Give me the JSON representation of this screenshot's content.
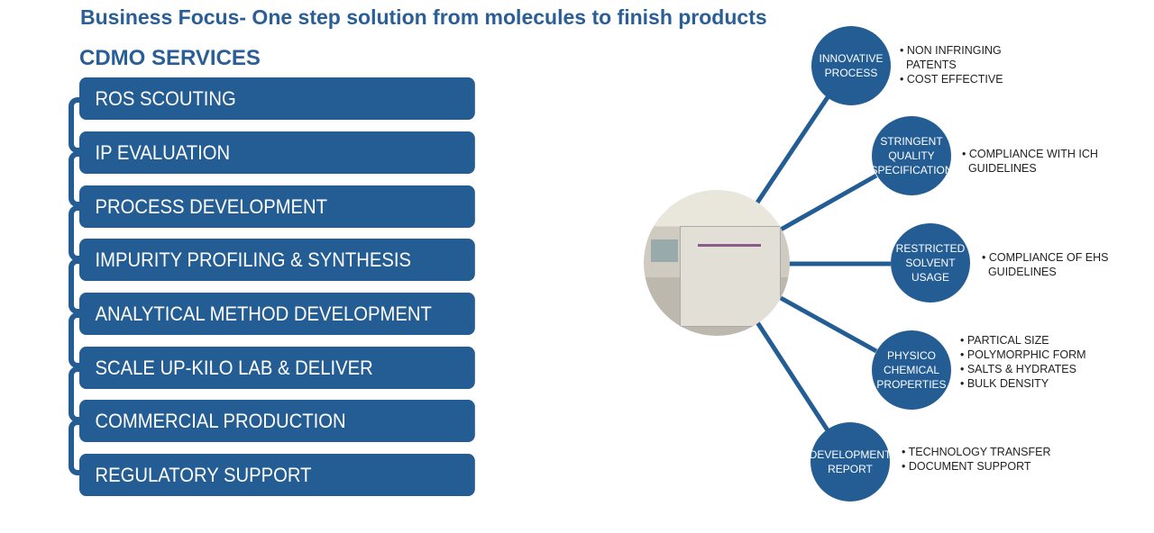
{
  "title": "Business Focus- One step solution  from molecules to finish products",
  "subtitle": "CDMO SERVICES",
  "services": [
    "ROS SCOUTING",
    "IP EVALUATION",
    "PROCESS DEVELOPMENT",
    "IMPURITY PROFILING & SYNTHESIS",
    "ANALYTICAL METHOD DEVELOPMENT",
    "SCALE UP-KILO LAB & DELIVER",
    "COMMERCIAL PRODUCTION",
    "REGULATORY SUPPORT"
  ],
  "nodes": [
    {
      "label": [
        "INNOVATIVE",
        "PROCESS"
      ],
      "bullets": [
        "• NON INFRINGING",
        "  PATENTS",
        "• COST EFFECTIVE"
      ]
    },
    {
      "label": [
        "STRINGENT",
        "QUALITY",
        "SPECIFICATION"
      ],
      "bullets": [
        "• COMPLIANCE WITH ICH",
        "  GUIDELINES"
      ]
    },
    {
      "label": [
        "RESTRICTED",
        "SOLVENT",
        "USAGE"
      ],
      "bullets": [
        "• COMPLIANCE OF EHS",
        "  GUIDELINES"
      ]
    },
    {
      "label": [
        "PHYSICO",
        "CHEMICAL",
        "PROPERTIES"
      ],
      "bullets": [
        "• PARTICAL SIZE",
        "• POLYMORPHIC FORM",
        "• SALTS & HYDRATES",
        "• BULK DENSITY"
      ]
    },
    {
      "label": [
        "DEVELOPMENT",
        "REPORT"
      ],
      "bullets": [
        "• TECHNOLOGY TRANSFER",
        "• DOCUMENT SUPPORT"
      ]
    }
  ],
  "colors": {
    "primary": "#245d94"
  }
}
